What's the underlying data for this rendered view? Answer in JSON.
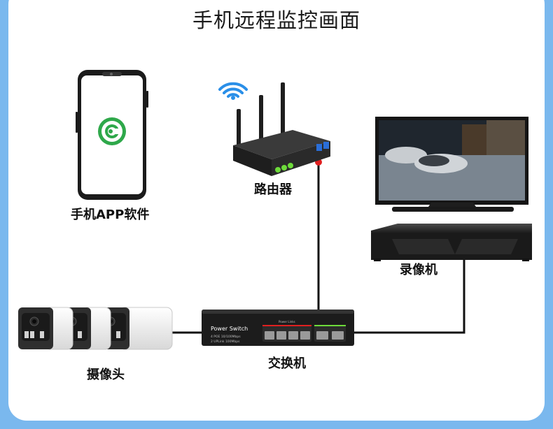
{
  "title": "手机远程监控画面",
  "labels": {
    "phone": "手机APP软件",
    "router": "路由器",
    "nvr": "录像机",
    "cameras": "摄像头",
    "switch": "交换机"
  },
  "switch_panel": {
    "brand": "Power Switch",
    "spec_line_1": "4 POE 10/100Mbps",
    "spec_line_2": "2 UPLink 100Mbps",
    "top_label": "Power Links"
  },
  "colors": {
    "background": "#7ab8ee",
    "panel": "#ffffff",
    "wire": "#111111",
    "connector": "#e02020",
    "app_icon": "#2ea84a",
    "wifi": "#2a8fe8"
  }
}
